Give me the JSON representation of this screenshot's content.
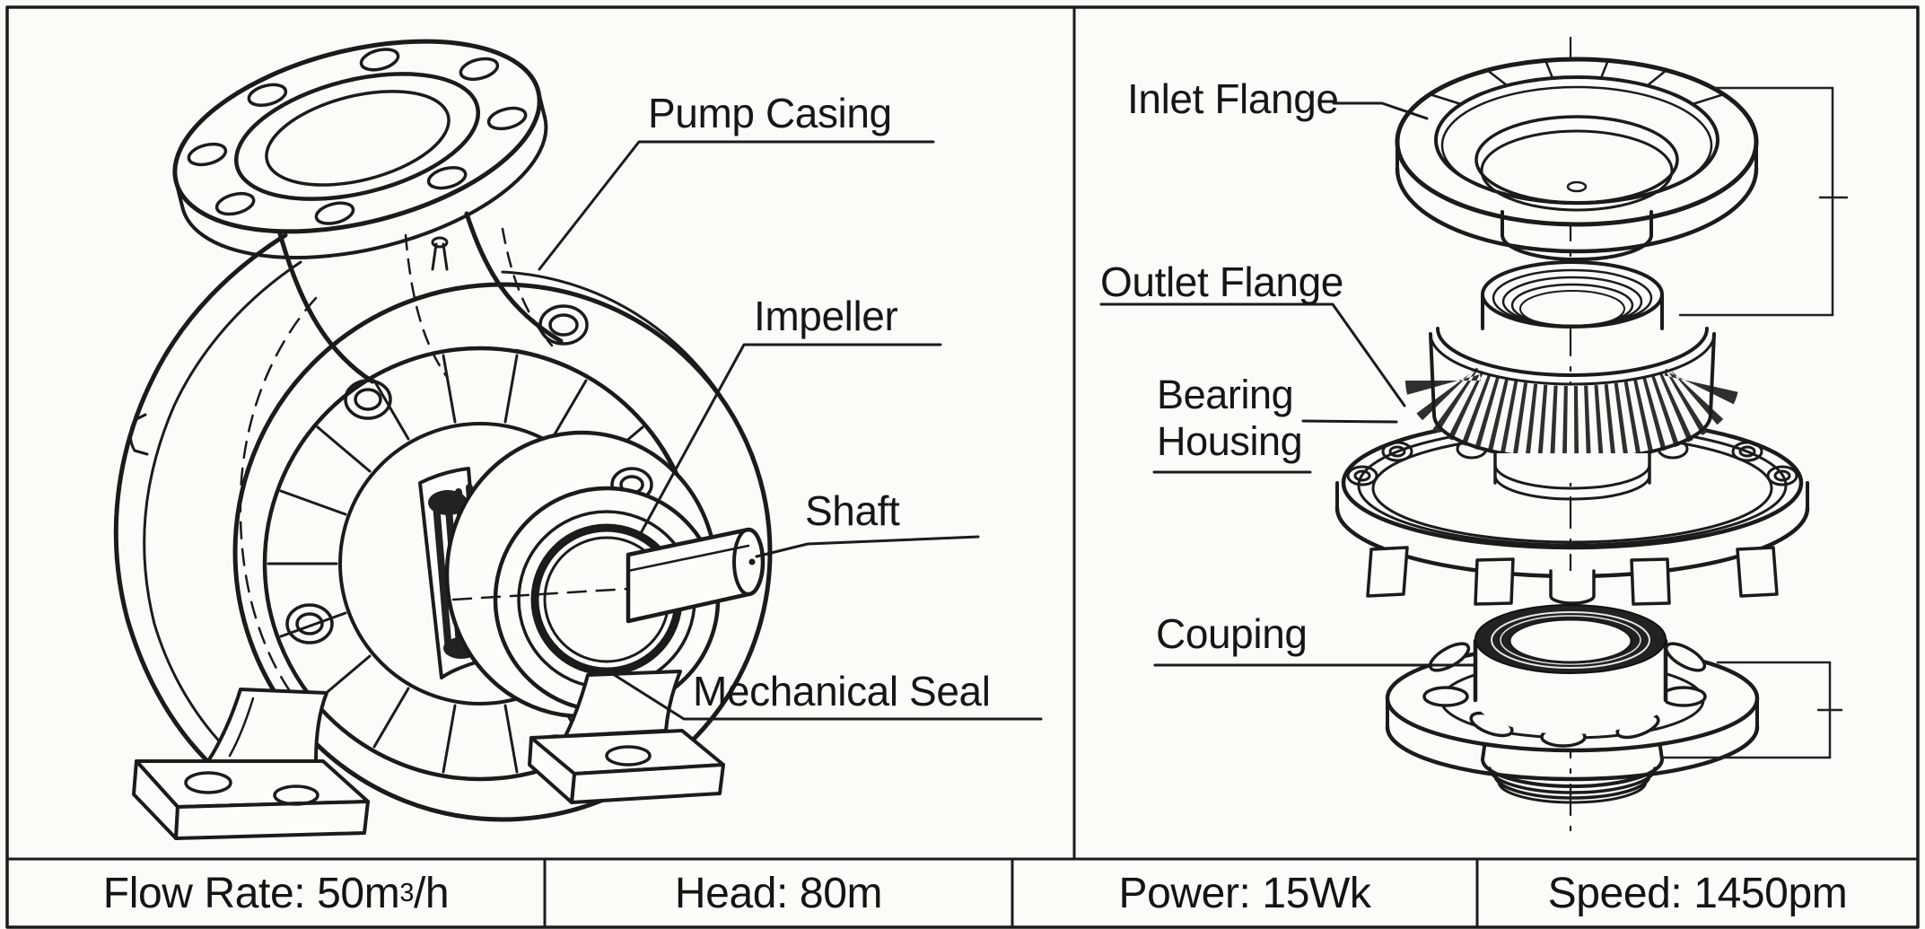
{
  "colors": {
    "line": "#1b1b1b",
    "thin_line": "#2a2a2a",
    "background": "#fbfbf8",
    "text": "#161616"
  },
  "left_panel": {
    "labels": {
      "pump_casing": "Pump Casing",
      "impeller": "Impeller",
      "shaft": "Shaft",
      "mechanical_seal": "Mechanical Seal"
    }
  },
  "right_panel": {
    "labels": {
      "inlet_flange": "Inlet Flange",
      "outlet_flange": "Outlet Flange",
      "bearing_housing_line1": "Bearing",
      "bearing_housing_line2": "Housing",
      "coupling": "Couping"
    }
  },
  "spec_table": {
    "flow_rate": {
      "prefix": "Flow Rate: 50m",
      "sup": "3",
      "suffix": "/h"
    },
    "head": "Head: 80m",
    "power": "Power: 15Wk",
    "speed": "Speed: 1450pm"
  }
}
